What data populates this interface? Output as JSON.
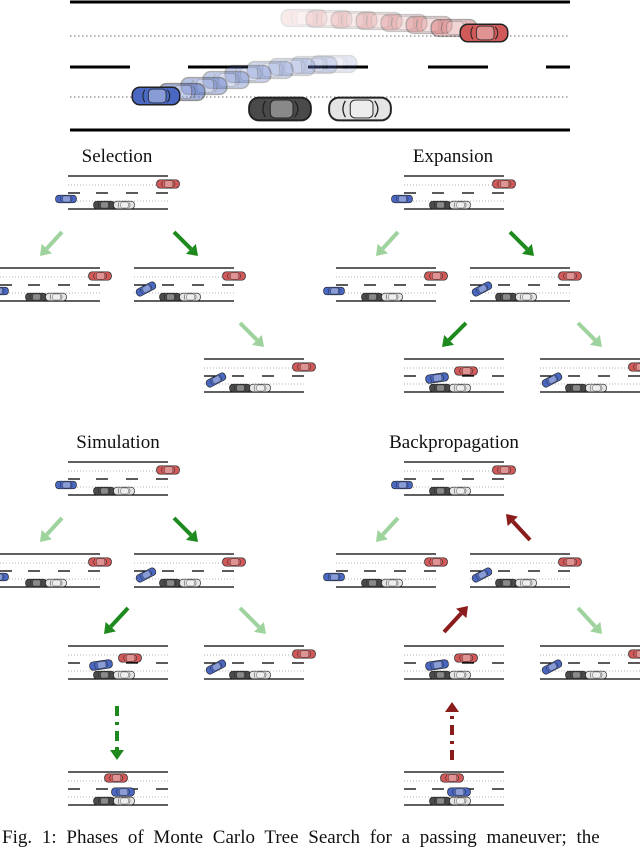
{
  "panels": {
    "selection": "Selection",
    "expansion": "Expansion",
    "simulation": "Simulation",
    "backpropagation": "Backpropagation"
  },
  "caption": "Fig. 1: Phases of Monte Carlo Tree Search for a passing maneuver; the",
  "colors": {
    "ego_car": "#4a68c2",
    "other_car": "#d05a5a",
    "dark_car": "#4a4a4a",
    "light_car": "#e4e4e4",
    "selected_arrow": "#1e8a1e",
    "faded_arrow": "#9ed39e",
    "backprop_arrow": "#8b1c1c"
  }
}
